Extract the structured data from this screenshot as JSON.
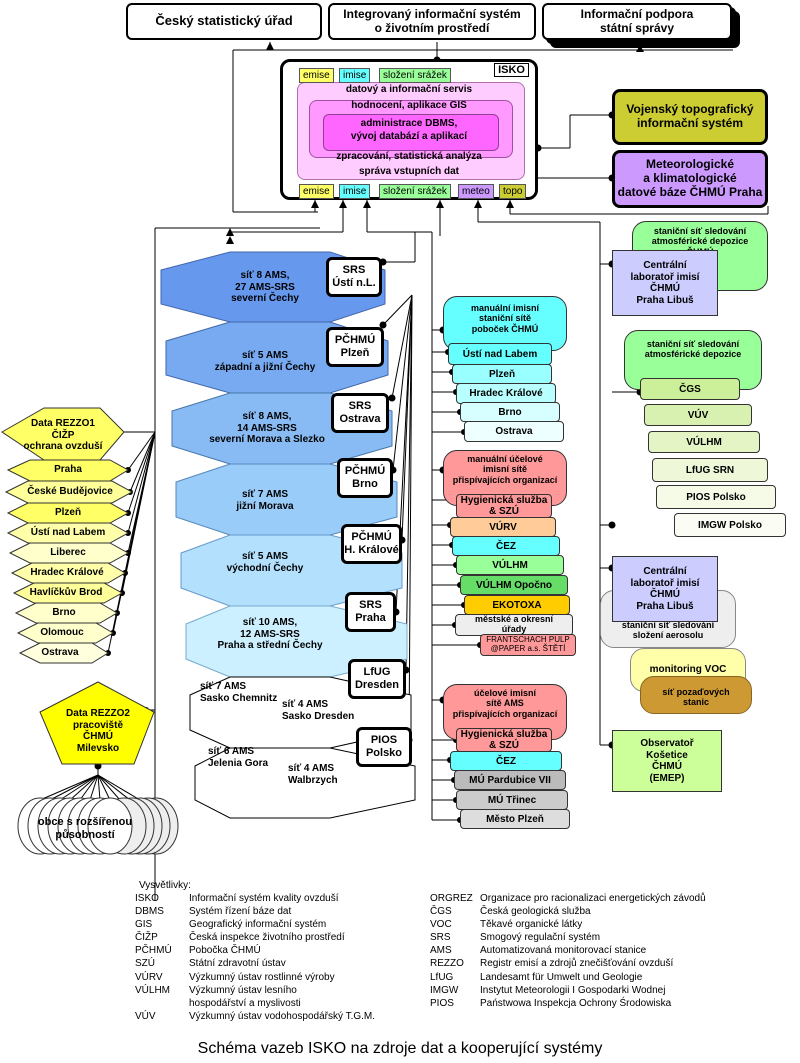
{
  "top_boxes": {
    "csu": "Český statistický úřad",
    "iszp": "Integrovaný informační systém\no životním prostředí",
    "ipss": "Informační podpora\nstátní správy"
  },
  "isko": {
    "title": "ISKO",
    "top_tags": [
      "emise",
      "imise",
      "složení srážek"
    ],
    "layers": {
      "l1": "datový a informační servis",
      "l2": "hodnocení, aplikace GIS",
      "l3": "administrace DBMS,\nvývoj databází a aplikací",
      "l4": "zpracování, statistická analýza",
      "l5": "správa vstupních dat"
    },
    "bottom_tags": [
      "emise",
      "imise",
      "složení srážek",
      "meteo",
      "topo"
    ]
  },
  "right_boxes": {
    "vtis": "Vojenský topografický\ninformační systém",
    "meteo": "Meteorologické\na klimatologické\ndatové báze ČHMÚ Praha",
    "cl1": "Centrální\nlaboratoř imisí\nČHMÚ\nPraha Libuš",
    "cl2": "Centrální\nlaboratoř imisí\nČHMÚ\nPraha Libuš",
    "obs": "Observatoř\nKošetice\nČHMÚ\n(EMEP)"
  },
  "depozice1": "staniční síť sledování\natmosférické depozice\nČHMÚ",
  "depozice2": {
    "title": "staniční síť sledování\natmosférické depozice",
    "items": [
      "ČGS",
      "VÚV",
      "VÚLHM",
      "LfUG SRN",
      "PIOS Polsko",
      "IMGW Polsko"
    ]
  },
  "aerosol": {
    "items": [
      "staniční síť sledování\nsložení aerosolu",
      "monitoring VOC",
      "síť pozaďových\nstanic"
    ]
  },
  "manual_poboc": {
    "title": "manuální imisní\nstaniční sítě\npoboček ČHMÚ",
    "items": [
      "Ústí nad Labem",
      "Plzeň",
      "Hradec Králové",
      "Brno",
      "Ostrava"
    ]
  },
  "manual_ucel": {
    "title": "manuální účelové\nimisní sítě\npřispívajících organizací",
    "items": [
      "Hygienická služba\n& SZÚ",
      "VÚRV",
      "ČEZ",
      "VÚLHM",
      "VÚLHM Opočno",
      "EKOTOXA",
      "městské a okresní\núřady",
      "FRANTSCHACH PULP\n@PAPER a.s. ŠTĚTÍ"
    ]
  },
  "ams_ucel": {
    "title": "účelové imisní\nsítě AMS\npřispívajících organizací",
    "items": [
      "Hygienická služba\n& SZÚ",
      "ČEZ",
      "MÚ Pardubice VII",
      "MÚ Třinec",
      "Město Plzeň"
    ]
  },
  "regions": [
    {
      "label": "síť 8 AMS,\n27 AMS-SRS\nseverní Čechy",
      "box": "SRS\nÚstí n.L."
    },
    {
      "label": "síť 5 AMS\nzápadní a jižní Čechy",
      "box": "PČHMÚ\nPlzeň"
    },
    {
      "label": "síť 8 AMS,\n14 AMS-SRS\nseverní Morava a Slezko",
      "box": "SRS\nOstrava"
    },
    {
      "label": "síť 7 AMS\njižní Morava",
      "box": "PČHMÚ\nBrno"
    },
    {
      "label": "síť 5 AMS\nvýchodní Čechy",
      "box": "PČHMÚ\nH. Králové"
    },
    {
      "label": "síť 10 AMS,\n12 AMS-SRS\nPraha a střední Čechy",
      "box": "SRS\nPraha"
    }
  ],
  "foreign": {
    "saxony_left": "síť 7 AMS\nSasko Chemnitz",
    "saxony_right": "síť 4 AMS\nSasko Dresden",
    "saxony_box": "LfUG\nDresden",
    "poland_left": "síť 6 AMS\nJelenia Gora",
    "poland_right": "síť 4 AMS\nWalbrzych",
    "poland_box": "PIOS\nPolsko"
  },
  "rezzo1": {
    "title": "Data REZZO1\nČIŽP\nochrana ovzduší",
    "items": [
      "Praha",
      "České Budějovice",
      "Plzeň",
      "Ústí nad Labem",
      "Liberec",
      "Hradec Králové",
      "Havlíčkův Brod",
      "Brno",
      "Olomouc",
      "Ostrava"
    ]
  },
  "rezzo2": {
    "title": "Data REZZO2\npracoviště\nČHMÚ\nMilevsko",
    "obce": "obce s rozšířenou\npůsobností"
  },
  "legend": {
    "title": "Vysvětlivky:",
    "left": [
      [
        "ISKO",
        "Informační systém kvality ovzduší"
      ],
      [
        "DBMS",
        "Systém řízení báze dat"
      ],
      [
        "GIS",
        "Geografický informační systém"
      ],
      [
        "ČIŽP",
        "Česká inspekce životního prostředí"
      ],
      [
        "PČHMÚ",
        "Pobočka ČHMÚ"
      ],
      [
        "SZÚ",
        "Státní zdravotní ústav"
      ],
      [
        "VÚRV",
        "Výzkumný ústav rostlinné výroby"
      ],
      [
        "VÚLHM",
        "Výzkumný ústav lesního\nhospodářství a myslivosti"
      ],
      [
        "VÚV",
        "Výzkumný ústav vodohospodářský T.G.M."
      ]
    ],
    "right": [
      [
        "ORGREZ",
        "Organizace pro racionalizaci energetických závodů"
      ],
      [
        "ČGS",
        "Česká geologická služba"
      ],
      [
        "VOC",
        "Těkavé organické látky"
      ],
      [
        "SRS",
        "Smogový regulační systém"
      ],
      [
        "AMS",
        "Automatizovaná monitorovací stanice"
      ],
      [
        "REZZO",
        "Registr emisí a zdrojů znečišťování ovzduší"
      ],
      [
        "LfUG",
        "Landesamt für Umwelt und Geologie"
      ],
      [
        "IMGW",
        "Instytut Meteorologii I Gospodarki Wodnej"
      ],
      [
        "PIOS",
        "Państwowa Inspekcja Ochrony Środowiska"
      ]
    ]
  },
  "caption": "Schéma vazeb ISKO na zdroje dat a kooperující systémy",
  "colors": {
    "isko_outer": "#ffccff",
    "isko_mid": "#ff99ff",
    "isko_inner": "#ff66ff",
    "vtis": "#cccc33",
    "meteo": "#cc99ff",
    "cl": "#ccccff",
    "region_dark": "#6699ee",
    "region_light": "#ccf0ff",
    "manual_poboc": "#66ffff",
    "manual_ucel": "#ff9999",
    "ams_ucel": "#ff9999",
    "rezzo": "#ffff66",
    "green": "#99ff99"
  }
}
